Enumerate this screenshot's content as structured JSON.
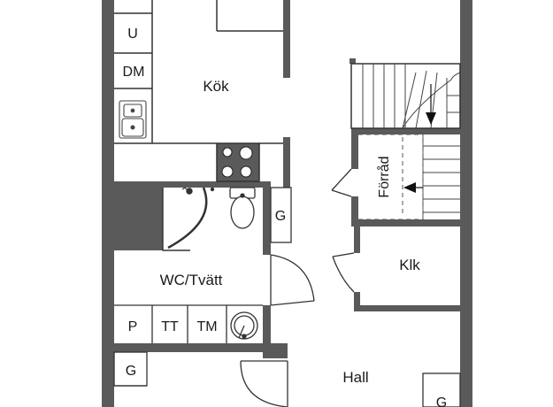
{
  "rooms": {
    "kitchen": "Kök",
    "wc_laundry": "WC/Tvätt",
    "closet": "Klk",
    "storage": "Förråd",
    "hall": "Hall"
  },
  "fixtures": {
    "u": "U",
    "dm": "DM",
    "g_wc": "G",
    "p": "P",
    "tt": "TT",
    "tm": "TM",
    "g_hall_left": "G",
    "g_hall_right": "G"
  },
  "colors": {
    "wall": "#5a5a5a",
    "line": "#333333",
    "fill": "#ffffff"
  },
  "icons": [
    "sink-icon",
    "stove-icon",
    "toilet-icon",
    "washbasin-icon",
    "shower-icon",
    "stairs-icon",
    "arrow-down-icon"
  ]
}
